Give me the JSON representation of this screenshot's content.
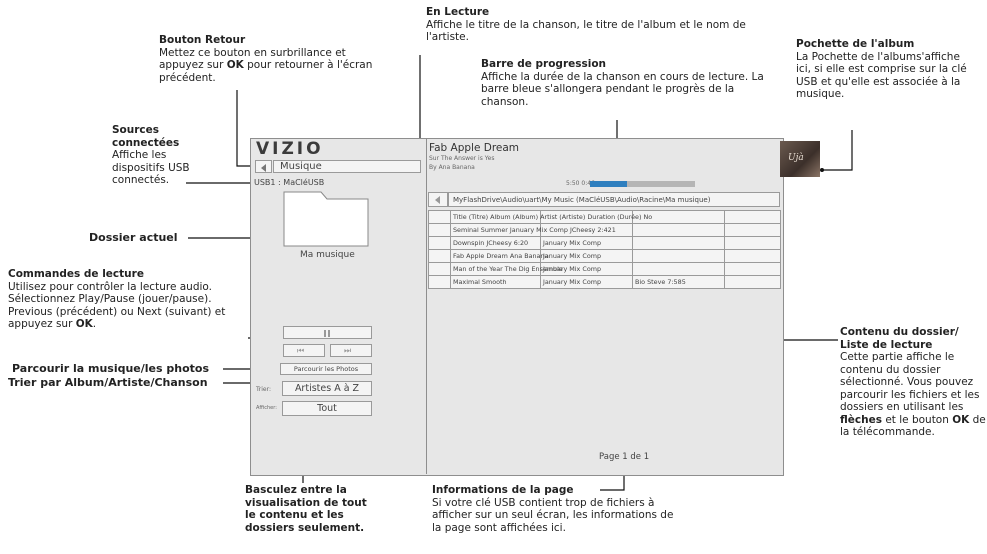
{
  "screen": {
    "logo": "VIZIO",
    "source_title": "Musique",
    "usb_source": "USB1 : MaCléUSB",
    "folder_label": "Ma musique",
    "song_title": "Fab Apple Dream",
    "album_line": "Sur The Answer is Yes",
    "artist_line": "By Ana Banana",
    "time_text": "5:50  0:46",
    "progress_fraction": 0.35,
    "path": "MyFlashDrive\\Audio\\uart\\My Music (MaCléUSB\\Audio\\Racine\\Ma musique)",
    "browse_button": "Parcourir les Photos",
    "sort_label": "Trier:",
    "sort_value": "Artistes A à Z",
    "view_label": "Afficher:",
    "view_value": "Tout",
    "page_info": "Page 1 de 1",
    "table_rows": [
      [
        "Title (Titre) Album (Album) Artist (Artiste) Duration (Durée) No",
        "",
        "",
        ""
      ],
      [
        "Seminal Summer January Mix Comp JCheesy 2:421",
        "",
        "",
        ""
      ],
      [
        "Downspin JCheesy 6:20",
        "January Mix Comp",
        "",
        ""
      ],
      [
        "Fab Apple Dream Ana Banana",
        "January Mix Comp",
        "",
        ""
      ],
      [
        "Man of the Year The Dig Ensemble",
        "January Mix Comp",
        "",
        ""
      ],
      [
        "Maximal Smooth",
        "January Mix Comp",
        "Bio Steve 7:585",
        ""
      ]
    ]
  },
  "annotations": {
    "en_lecture": {
      "title": "En Lecture",
      "text": "Affiche le titre de la chanson, le titre de l'album et le nom de l'artiste."
    },
    "bouton_retour": {
      "title": "Bouton Retour",
      "text_1": "Mettez ce bouton en surbrillance et appuyez sur ",
      "ok": "OK",
      "text_2": " pour retourner à l'écran précédent."
    },
    "barre": {
      "title": "Barre de progression",
      "text": "Affiche la durée de la chanson en cours de lecture. La barre bleue s'allongera pendant le progrès de la chanson."
    },
    "pochette": {
      "title": "Pochette de l'album",
      "text": "La Pochette de l'albums'affiche ici, si elle est comprise sur la clé USB et qu'elle est associée à la musique."
    },
    "sources": {
      "title": "Sources connectées",
      "text": "Affiche les dispositifs USB connectés."
    },
    "dossier_actuel": {
      "title": "Dossier actuel"
    },
    "commandes": {
      "title": "Commandes de lecture",
      "text_1": "Utilisez pour contrôler la lecture audio. Sélectionnez Play/Pause (jouer/pause). Previous (précédent) ou Next (suivant) et appuyez sur ",
      "ok": "OK",
      "text_2": "."
    },
    "parcourir": {
      "title": "Parcourir la musique/les photos"
    },
    "trier": {
      "title": "Trier par Album/Artiste/Chanson"
    },
    "basculez": {
      "title": "Basculez entre la visualisation de tout le contenu et les dossiers seulement."
    },
    "contenu": {
      "title": "Contenu du dossier/ Liste de lecture",
      "text_1": "Cette partie affiche le contenu du dossier sélectionné. Vous pouvez parcourir les fichiers et les dossiers en utilisant les ",
      "fleches": "flèches",
      "text_2": " et le bouton ",
      "ok": "OK",
      "text_3": " de la télécommande."
    },
    "info_page": {
      "title": "Informations de la page",
      "text": "Si votre clé USB contient trop de fichiers à afficher sur un seul écran, les informations de la page sont affichées ici."
    }
  },
  "colors": {
    "progress": "#2f7fbf",
    "screen_bg": "#e7e7e7",
    "border": "#8e8e8e"
  }
}
